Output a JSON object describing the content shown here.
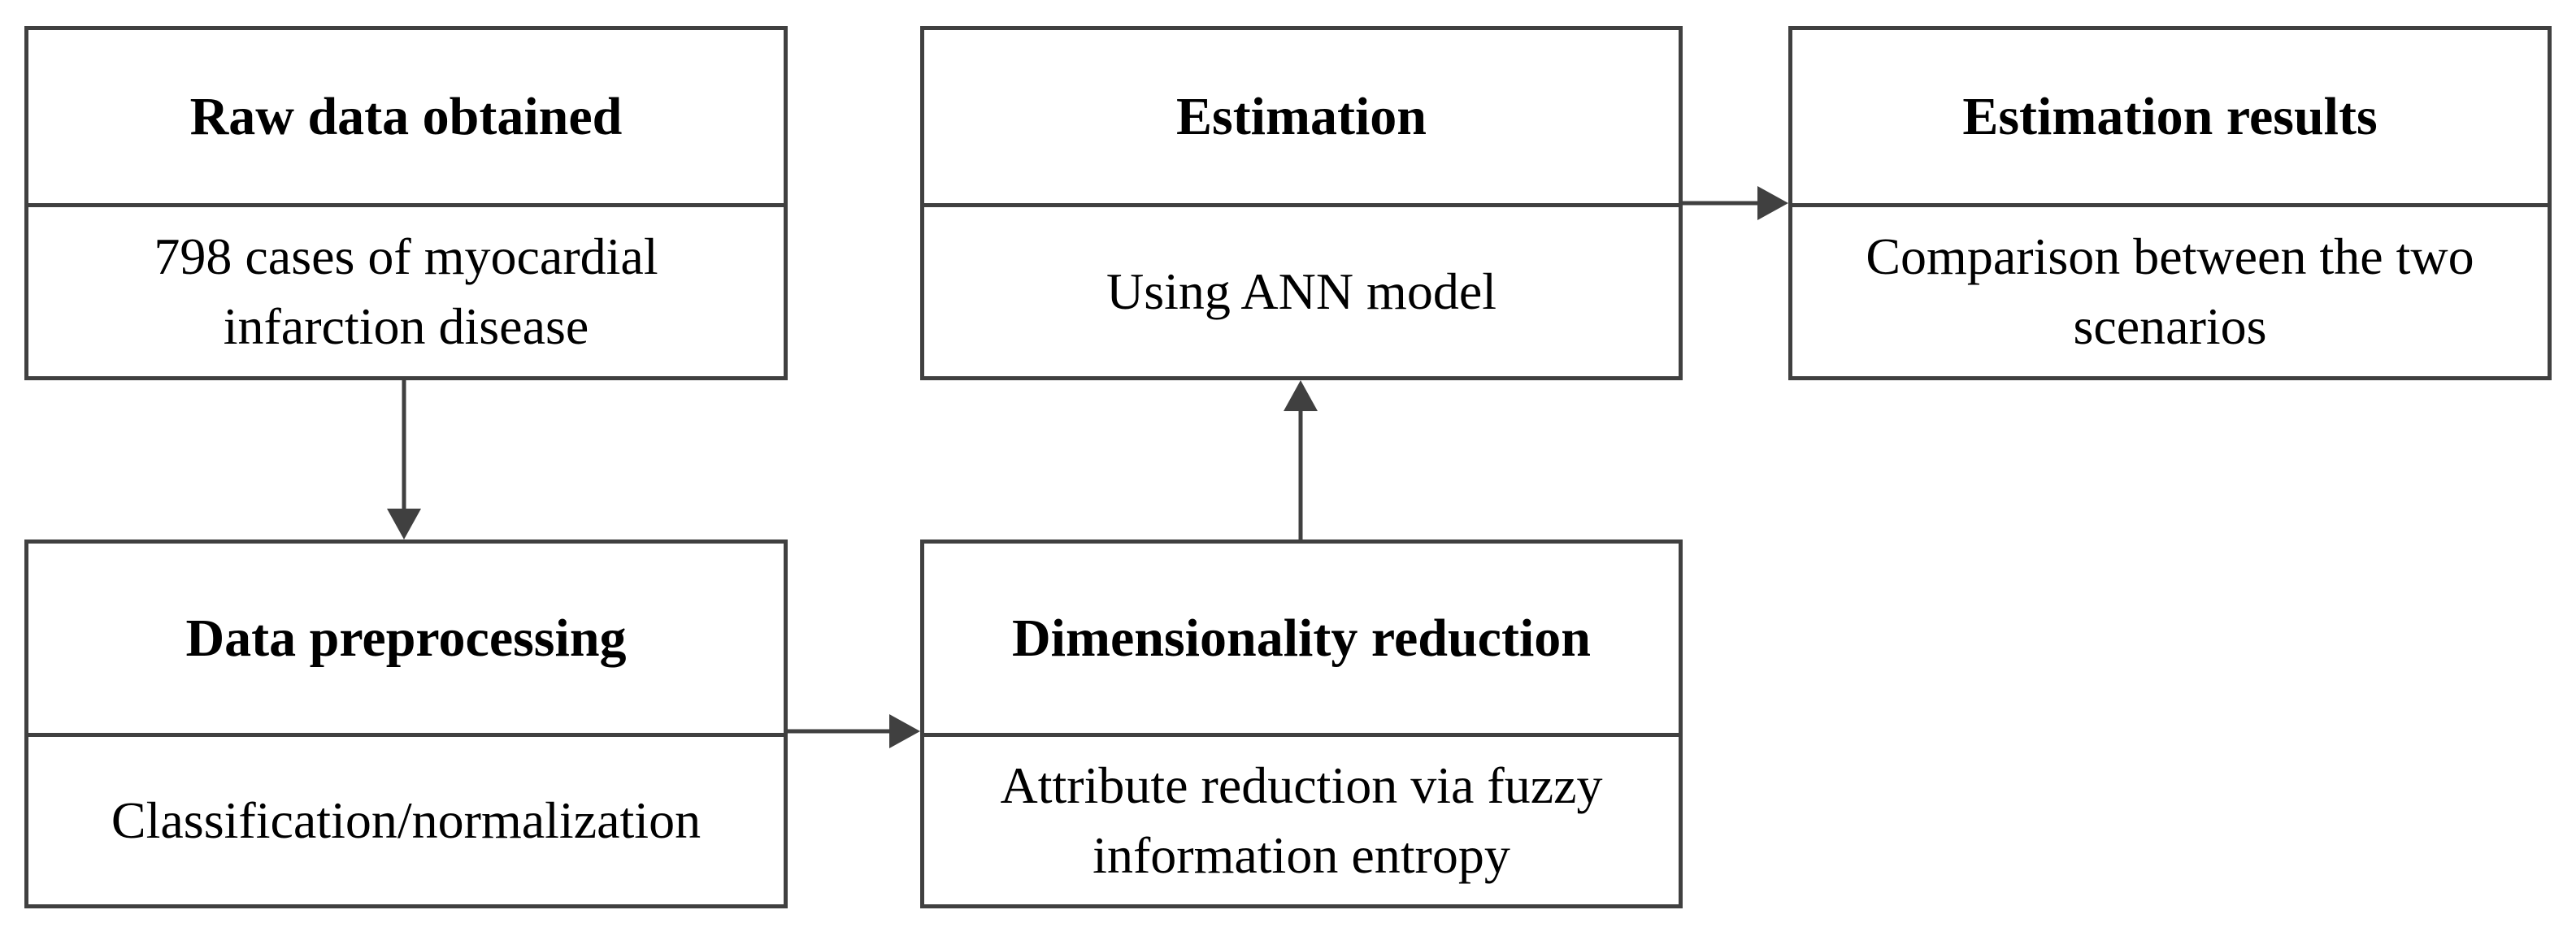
{
  "nodes": {
    "raw_data": {
      "title": "Raw data obtained",
      "body": "798 cases of myocardial infarction disease"
    },
    "preprocessing": {
      "title": "Data preprocessing",
      "body": "Classification/normalization"
    },
    "dimensionality": {
      "title": "Dimensionality reduction",
      "body": "Attribute reduction via fuzzy information entropy"
    },
    "estimation": {
      "title": "Estimation",
      "body": "Using ANN model"
    },
    "results": {
      "title": "Estimation results",
      "body": "Comparison between the two scenarios"
    }
  },
  "edges": [
    {
      "from": "raw_data",
      "to": "preprocessing"
    },
    {
      "from": "preprocessing",
      "to": "dimensionality"
    },
    {
      "from": "dimensionality",
      "to": "estimation"
    },
    {
      "from": "estimation",
      "to": "results"
    }
  ],
  "colors": {
    "stroke": "#404040",
    "text": "#000000",
    "background": "#ffffff"
  }
}
